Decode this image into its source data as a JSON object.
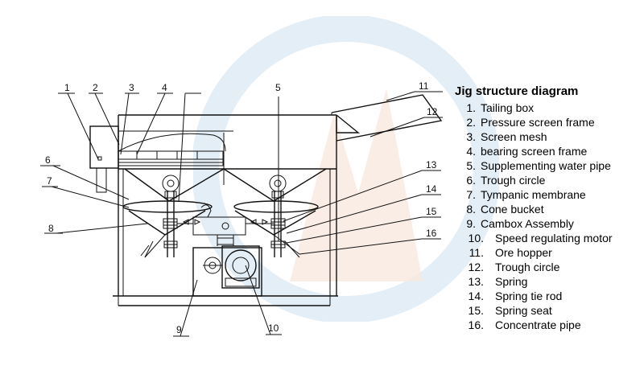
{
  "diagram": {
    "title": "Jig structure diagram",
    "callouts": [
      "1",
      "2",
      "3",
      "4",
      "5",
      "6",
      "7",
      "8",
      "9",
      "10",
      "11",
      "12",
      "13",
      "14",
      "15",
      "16"
    ],
    "legend": [
      {
        "num": "1.",
        "text": "Tailing box"
      },
      {
        "num": "2.",
        "text": "Pressure screen frame"
      },
      {
        "num": "3.",
        "text": "Screen mesh"
      },
      {
        "num": "4.",
        "text": "bearing screen frame"
      },
      {
        "num": "5.",
        "text": "Supplementing water pipe"
      },
      {
        "num": "6.",
        "text": "Trough circle"
      },
      {
        "num": "7.",
        "text": "Tympanic membrane"
      },
      {
        "num": "8.",
        "text": "Cone bucket"
      },
      {
        "num": "9.",
        "text": "Cambox Assembly"
      },
      {
        "num": "10.",
        "text": "Speed regulating motor"
      },
      {
        "num": "11.",
        "text": "Ore hopper"
      },
      {
        "num": "12.",
        "text": "Trough circle"
      },
      {
        "num": "13.",
        "text": "Spring"
      },
      {
        "num": "14.",
        "text": "Spring tie rod"
      },
      {
        "num": "15.",
        "text": "Spring seat"
      },
      {
        "num": "16.",
        "text": "Concentrate pipe"
      }
    ],
    "colors": {
      "line": "#111111",
      "watermark_blue": "#d6e6f2",
      "watermark_orange": "#f7e2d6"
    }
  }
}
